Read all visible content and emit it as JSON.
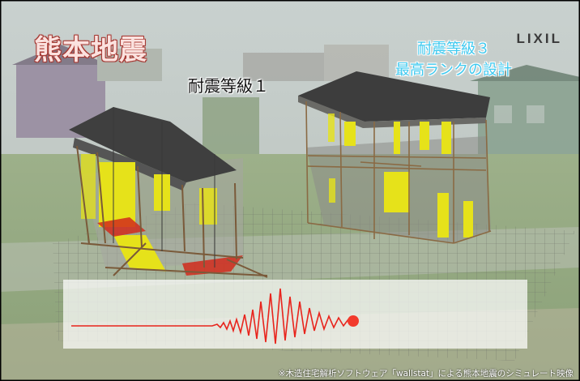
{
  "title": "熊本地震",
  "logo": "LIXIL",
  "label_left": "耐震等級１",
  "label_right_line1": "耐震等級３",
  "label_right_line2": "最高ランクの設計",
  "caption": "※木造住宅解析ソフトウェア「wallstat」による熊本地震のシミュレート映像",
  "colors": {
    "title_text": "#fbe2df",
    "title_outline": "#a03530",
    "grade3_text": "#3ec9ef",
    "seismograph_line": "#e8241c",
    "brace_yellow": "#e6e21a"
  },
  "icons": [
    "seismograph-wave",
    "house-frame-collapsed",
    "house-frame-standing"
  ]
}
